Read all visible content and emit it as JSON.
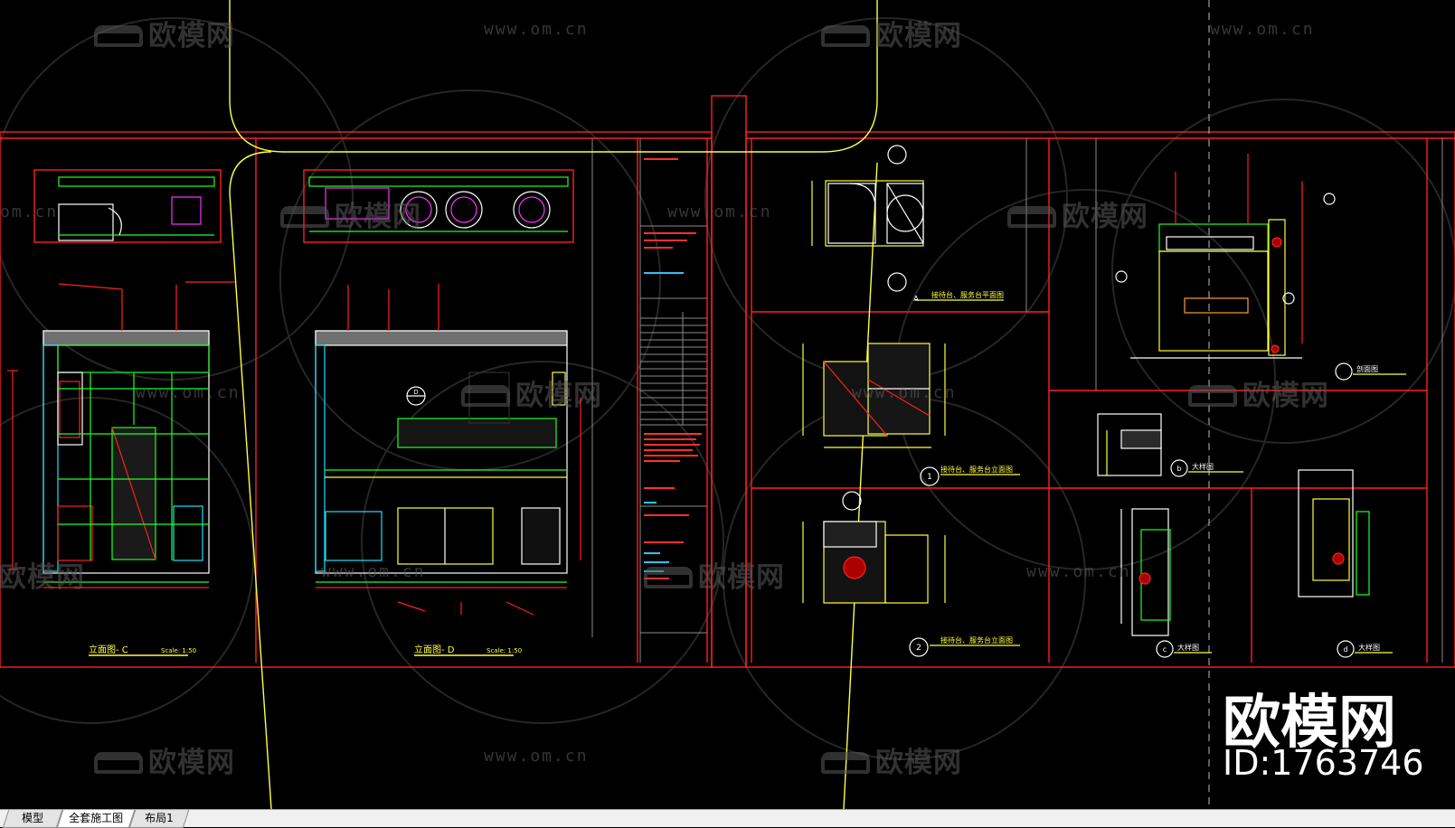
{
  "watermarks": {
    "brand": "欧模网",
    "url": "www.om.cn",
    "partial_url": "om.cn",
    "big_title": "欧模网",
    "big_id": "ID:1763746"
  },
  "drawing_labels": {
    "elevation_c": "立面图- C",
    "elevation_d": "立面图- D",
    "scale": "Scale: 1:50",
    "plan_1": "接待台、服务台平面图",
    "plan_2": "接待台、服务台立面图",
    "section_a": "剖面图",
    "section_b": "大样图",
    "section_c": "大样图",
    "section_d": "大样图",
    "dim_a": "A",
    "dim_b": "b",
    "dim_c": "c",
    "dim_d": "d",
    "num_1": "1",
    "num_2": "2",
    "marker_d": "D"
  },
  "tabs": [
    {
      "label": "模型",
      "active": false
    },
    {
      "label": "全套施工图",
      "active": true
    },
    {
      "label": "布局1",
      "active": false
    }
  ],
  "colors": {
    "red": "#ff2020",
    "yellow": "#ffff40",
    "green": "#20ff20",
    "cyan": "#20e0ff",
    "magenta": "#ff30ff",
    "white": "#ffffff",
    "gray": "#808080"
  }
}
